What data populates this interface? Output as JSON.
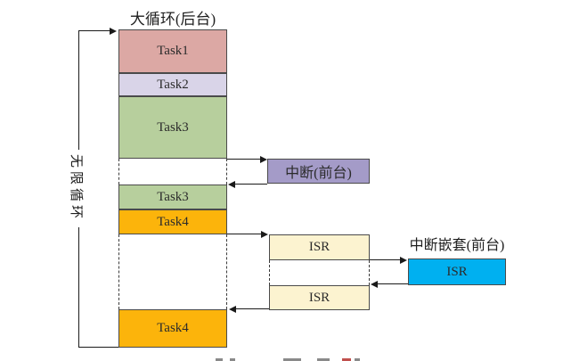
{
  "labels": {
    "background_title": "大循环(后台)",
    "infinite_loop": "无限循环",
    "interrupt": "中断(前台)",
    "nested_title": "中断嵌套(前台)"
  },
  "blocks": {
    "task1": "Task1",
    "task2": "Task2",
    "task3a": "Task3",
    "task3b": "Task3",
    "task4a": "Task4",
    "task4b": "Task4",
    "isr1": "ISR",
    "isr2": "ISR",
    "nested_isr": "ISR"
  },
  "colors": {
    "task1": "#dca8a4",
    "task2": "#d9d4e8",
    "task3": "#b7cf9d",
    "task4": "#fcb40b",
    "interrupt": "#a49bc8",
    "isr": "#fcf3d0",
    "nested_isr": "#00b0f0",
    "line": "#1a1a1a"
  }
}
